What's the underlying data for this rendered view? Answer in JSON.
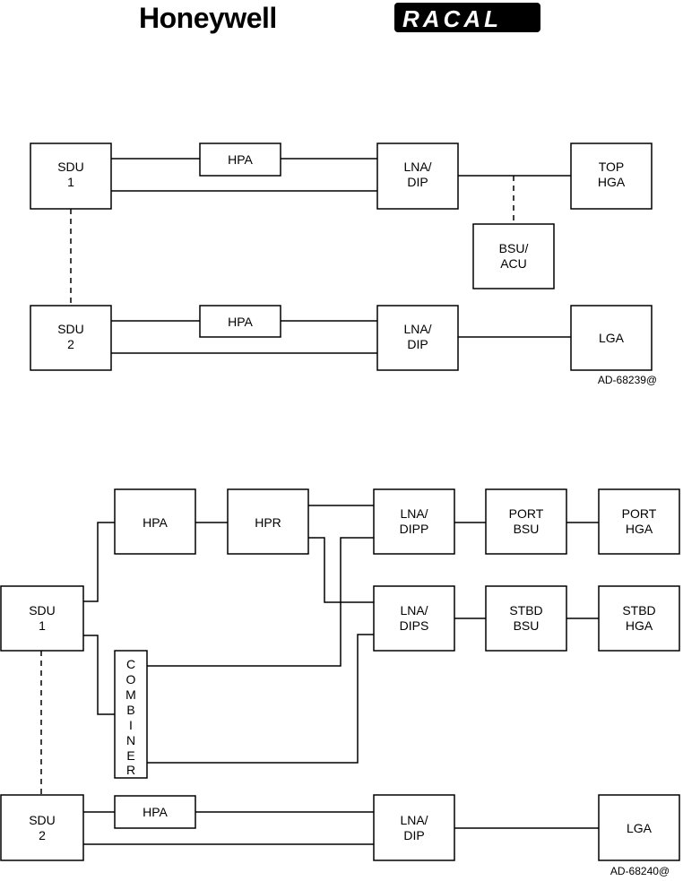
{
  "header": {
    "brand_left": "Honeywell",
    "brand_right": "RACAL"
  },
  "diagram1": {
    "sdu1": [
      "SDU",
      "1"
    ],
    "sdu2": [
      "SDU",
      "2"
    ],
    "hpa1": "HPA",
    "hpa2": "HPA",
    "lna1": [
      "LNA/",
      "DIP"
    ],
    "lna2": [
      "LNA/",
      "DIP"
    ],
    "top_hga": [
      "TOP",
      "HGA"
    ],
    "bsu_acu": [
      "BSU/",
      "ACU"
    ],
    "lga": "LGA",
    "ref": "AD-68239@"
  },
  "diagram2": {
    "sdu1": [
      "SDU",
      "1"
    ],
    "sdu2": [
      "SDU",
      "2"
    ],
    "hpa_top": "HPA",
    "hpr": "HPR",
    "lna_dipp": [
      "LNA/",
      "DIPP"
    ],
    "lna_dips": [
      "LNA/",
      "DIPS"
    ],
    "port_bsu": [
      "PORT",
      "BSU"
    ],
    "port_hga": [
      "PORT",
      "HGA"
    ],
    "stbd_bsu": [
      "STBD",
      "BSU"
    ],
    "stbd_hga": [
      "STBD",
      "HGA"
    ],
    "combiner": [
      "C",
      "O",
      "M",
      "B",
      "I",
      "N",
      "E",
      "R"
    ],
    "hpa_bottom": "HPA",
    "lna_dip": [
      "LNA/",
      "DIP"
    ],
    "lga": "LGA",
    "ref": "AD-68240@"
  }
}
